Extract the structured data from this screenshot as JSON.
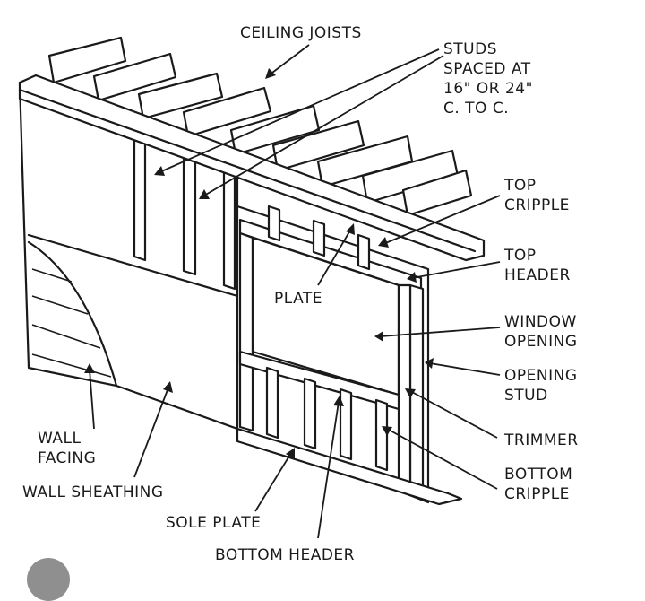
{
  "labels": {
    "ceiling_joists": "CEILING JOISTS",
    "studs_spacing": "STUDS\nSPACED AT\n16\" OR 24\"\nC. TO C.",
    "top_cripple": "TOP\nCRIPPLE",
    "top_header": "TOP\nHEADER",
    "plate": "PLATE",
    "window_opening": "WINDOW\nOPENING",
    "opening_stud": "OPENING\nSTUD",
    "trimmer": "TRIMMER",
    "bottom_cripple": "BOTTOM\nCRIPPLE",
    "wall_facing": "WALL\nFACING",
    "wall_sheathing": "WALL SHEATHING",
    "sole_plate": "SOLE PLATE",
    "bottom_header": "BOTTOM HEADER"
  },
  "colors": {
    "ink": "#1a1a1a",
    "paper": "#ffffff"
  }
}
